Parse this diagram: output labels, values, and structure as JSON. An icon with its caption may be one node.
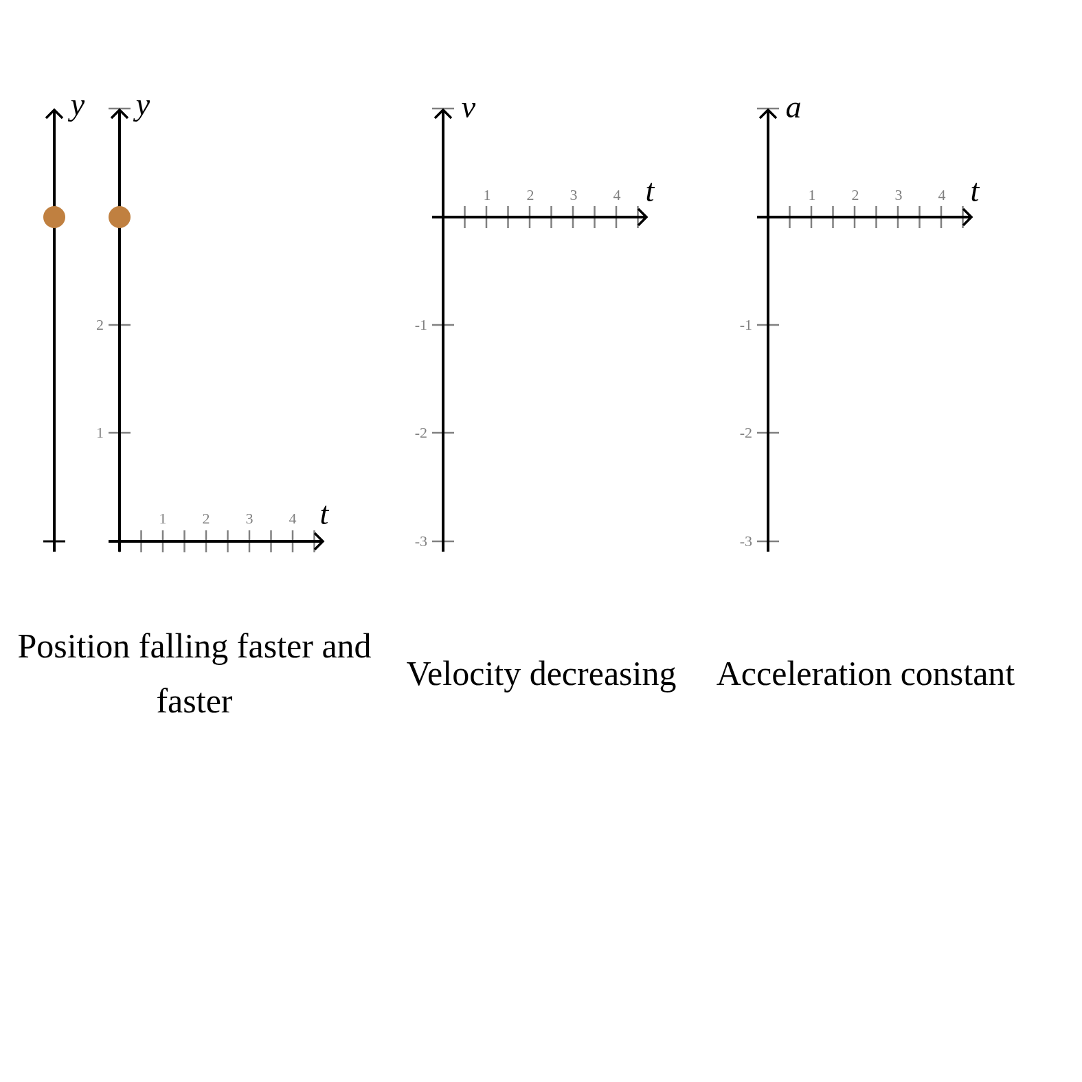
{
  "diagram": {
    "labels": [
      "y",
      "y",
      "2",
      "1",
      "1",
      "2",
      "3",
      "4",
      "t",
      "Position falling faster and faster",
      "v",
      "-1",
      "-2",
      "-3",
      "1",
      "2",
      "3",
      "4",
      "t",
      "Velocity decreasing",
      "a",
      "-1",
      "-2",
      "-3",
      "1",
      "2",
      "3",
      "4",
      "t",
      "Acceleration constant"
    ]
  }
}
